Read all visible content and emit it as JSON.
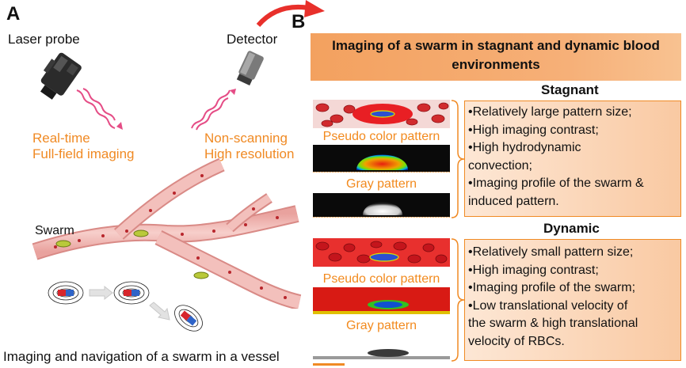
{
  "panel_a": {
    "letter": "A",
    "laser_probe": "Laser probe",
    "detector": "Detector",
    "left_features": [
      "Real-time",
      "Full-field imaging"
    ],
    "right_features": [
      "Non-scanning",
      "High resolution"
    ],
    "swarm_label": "Swarm",
    "caption": "Imaging and navigation of a swarm in a vessel"
  },
  "panel_b": {
    "letter": "B",
    "title_line1": "Imaging of a swarm in stagnant and dynamic blood",
    "title_line2": "environments",
    "stagnant": {
      "heading": "Stagnant",
      "pseudo_label": "Pseudo color pattern",
      "gray_label": "Gray pattern",
      "bullets": [
        "•Relatively large pattern size;",
        "•High imaging contrast;",
        "•High hydrodynamic",
        " convection;",
        "•Imaging profile of the swarm &",
        " induced pattern."
      ]
    },
    "dynamic": {
      "heading": "Dynamic",
      "pseudo_label": "Pseudo color pattern",
      "gray_label": "Gray pattern",
      "bullets": [
        "•Relatively small pattern size;",
        "•High imaging contrast;",
        "•Imaging profile of the swarm;",
        "•Low translational velocity of",
        " the swarm & high translational",
        " velocity of RBCs."
      ]
    }
  },
  "colors": {
    "accent_orange": "#f08a24",
    "vessel_pink": "#f2b8b4",
    "rbc_red": "#c8232c",
    "magnet_red": "#d7262c",
    "magnet_blue": "#2f64c8"
  }
}
